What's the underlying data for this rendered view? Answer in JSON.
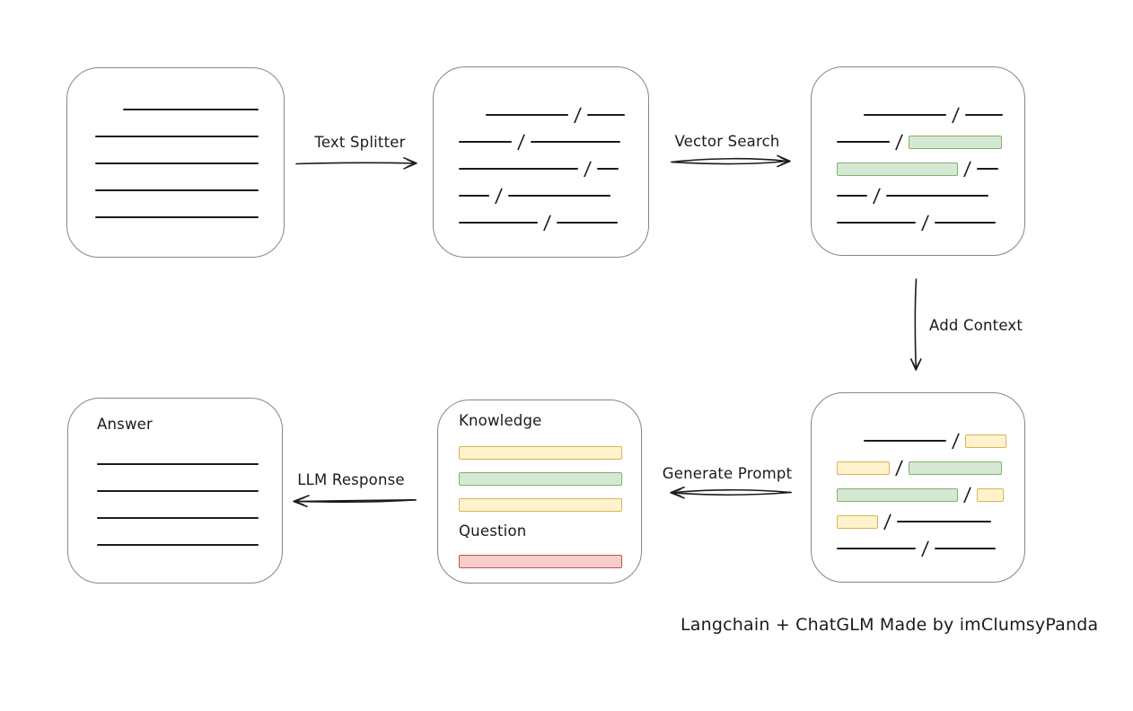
{
  "diagram": {
    "caption": "Langchain + ChatGLM Made by imClumsyPanda",
    "slash": "/",
    "labels": {
      "text_splitter": "Text Splitter",
      "vector_search": "Vector Search",
      "add_context": "Add Context",
      "generate_prompt": "Generate Prompt",
      "llm_response": "LLM Response",
      "knowledge": "Knowledge",
      "question": "Question",
      "answer": "Answer"
    },
    "colors": {
      "ink": "#1b1b1b",
      "box_border": "#868686",
      "yellow_fill": "#fff2cc",
      "yellow_border": "#d6b656",
      "green_fill": "#d5e8d4",
      "green_border": "#82b366",
      "red_fill": "#f8cecc",
      "red_border": "#b85450"
    },
    "boxes": {
      "document": {
        "rows": [
          {
            "indent": 31,
            "segments": [
              {
                "kind": "line",
                "w": 151
              }
            ]
          },
          {
            "segments": [
              {
                "kind": "line",
                "w": 182
              }
            ]
          },
          {
            "segments": [
              {
                "kind": "line",
                "w": 182
              }
            ]
          },
          {
            "segments": [
              {
                "kind": "line",
                "w": 182
              }
            ]
          },
          {
            "segments": [
              {
                "kind": "line",
                "w": 182
              }
            ]
          }
        ]
      },
      "split_text": {
        "rows": [
          {
            "indent": 30,
            "segments": [
              {
                "kind": "line",
                "w": 92
              },
              {
                "kind": "slash"
              },
              {
                "kind": "line",
                "w": 42
              }
            ]
          },
          {
            "segments": [
              {
                "kind": "line",
                "w": 59
              },
              {
                "kind": "slash"
              },
              {
                "kind": "line",
                "w": 100
              }
            ]
          },
          {
            "segments": [
              {
                "kind": "line",
                "w": 133
              },
              {
                "kind": "slash"
              },
              {
                "kind": "line",
                "w": 24
              }
            ]
          },
          {
            "segments": [
              {
                "kind": "line",
                "w": 34
              },
              {
                "kind": "slash"
              },
              {
                "kind": "line",
                "w": 114
              }
            ]
          },
          {
            "segments": [
              {
                "kind": "line",
                "w": 88
              },
              {
                "kind": "slash"
              },
              {
                "kind": "line",
                "w": 68
              }
            ]
          }
        ]
      },
      "vector_matches": {
        "rows": [
          {
            "indent": 30,
            "segments": [
              {
                "kind": "line",
                "w": 92
              },
              {
                "kind": "slash"
              },
              {
                "kind": "line",
                "w": 42
              }
            ]
          },
          {
            "segments": [
              {
                "kind": "line",
                "w": 59
              },
              {
                "kind": "slash"
              },
              {
                "kind": "green",
                "w": 104
              }
            ]
          },
          {
            "segments": [
              {
                "kind": "green",
                "w": 135
              },
              {
                "kind": "slash"
              },
              {
                "kind": "line",
                "w": 24
              }
            ]
          },
          {
            "segments": [
              {
                "kind": "line",
                "w": 34
              },
              {
                "kind": "slash"
              },
              {
                "kind": "line",
                "w": 114
              }
            ]
          },
          {
            "segments": [
              {
                "kind": "line",
                "w": 88
              },
              {
                "kind": "slash"
              },
              {
                "kind": "line",
                "w": 68
              }
            ]
          }
        ]
      },
      "context": {
        "rows": [
          {
            "indent": 30,
            "segments": [
              {
                "kind": "line",
                "w": 92
              },
              {
                "kind": "slash"
              },
              {
                "kind": "yellow",
                "w": 46
              }
            ]
          },
          {
            "segments": [
              {
                "kind": "yellow",
                "w": 59
              },
              {
                "kind": "slash"
              },
              {
                "kind": "green",
                "w": 104
              }
            ]
          },
          {
            "segments": [
              {
                "kind": "green",
                "w": 135
              },
              {
                "kind": "slash"
              },
              {
                "kind": "yellow",
                "w": 30
              }
            ]
          },
          {
            "segments": [
              {
                "kind": "yellow",
                "w": 46
              },
              {
                "kind": "slash"
              },
              {
                "kind": "line",
                "w": 105
              }
            ]
          },
          {
            "segments": [
              {
                "kind": "line",
                "w": 88
              },
              {
                "kind": "slash"
              },
              {
                "kind": "line",
                "w": 68
              }
            ]
          }
        ]
      },
      "prompt": {
        "knowledge_rows": [
          {
            "segments": [
              {
                "kind": "yellow",
                "w": 182
              }
            ]
          },
          {
            "segments": [
              {
                "kind": "green",
                "w": 182
              }
            ]
          },
          {
            "segments": [
              {
                "kind": "yellow",
                "w": 182
              }
            ]
          }
        ],
        "question_rows": [
          {
            "segments": [
              {
                "kind": "red",
                "w": 182
              }
            ]
          }
        ]
      },
      "answer": {
        "rows": [
          {
            "segments": [
              {
                "kind": "line",
                "w": 180
              }
            ]
          },
          {
            "segments": [
              {
                "kind": "line",
                "w": 180
              }
            ]
          },
          {
            "segments": [
              {
                "kind": "line",
                "w": 180
              }
            ]
          },
          {
            "segments": [
              {
                "kind": "line",
                "w": 180
              }
            ]
          }
        ]
      }
    }
  }
}
